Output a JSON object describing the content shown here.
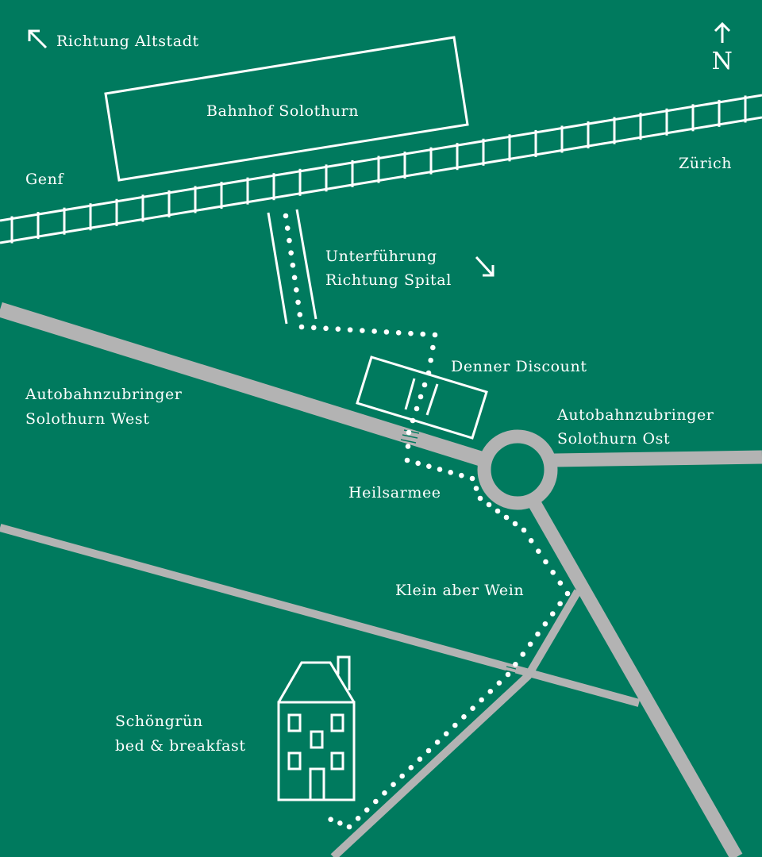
{
  "colors": {
    "background": "#007A5E",
    "road": "#B3B3B3",
    "ink": "#FFFFFF"
  },
  "labels": {
    "altstadt": "Richtung Altstadt",
    "north": "N",
    "station": "Bahnhof Solothurn",
    "genf": "Genf",
    "zurich": "Zürich",
    "underpass_1": "Unterführung",
    "underpass_2": "Richtung Spital",
    "denner": "Denner Discount",
    "west_1": "Autobahnzubringer",
    "west_2": "Solothurn West",
    "ost_1": "Autobahnzubringer",
    "ost_2": "Solothurn Ost",
    "heilsarmee": "Heilsarmee",
    "klein": "Klein aber Wein",
    "bnb_1": "Schöngrün",
    "bnb_2": "bed & breakfast"
  }
}
